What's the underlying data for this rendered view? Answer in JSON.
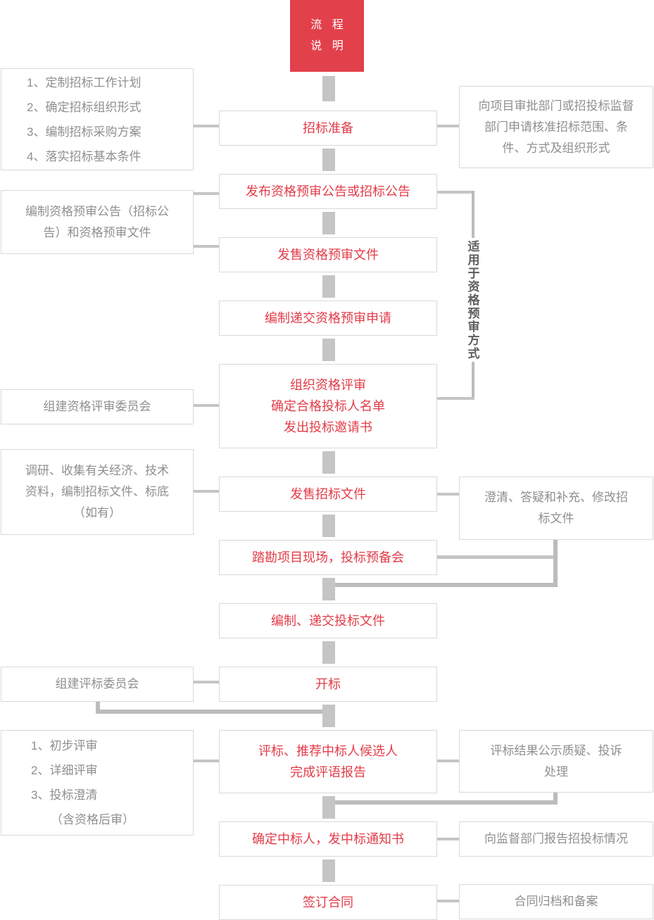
{
  "header": {
    "line1": "流 程",
    "line2": "说 明"
  },
  "side_label": "适用于资格预审方式",
  "center": [
    [
      "招标准备"
    ],
    [
      "发布资格预审公告或招标公告"
    ],
    [
      "发售资格预审文件"
    ],
    [
      "编制递交资格预审申请"
    ],
    [
      "组织资格评审",
      "确定合格投标人名单",
      "发出投标邀请书"
    ],
    [
      "发售招标文件"
    ],
    [
      "踏勘项目现场，投标预备会"
    ],
    [
      "编制、递交投标文件"
    ],
    [
      "开标"
    ],
    [
      "评标、推荐中标人候选人",
      "完成评语报告"
    ],
    [
      "确定中标人，发中标通知书"
    ],
    [
      "签订合同"
    ]
  ],
  "left": [
    [
      "1、定制招标工作计划",
      "2、确定招标组织形式",
      "3、编制招标采购方案",
      "4、落实招标基本条件"
    ],
    [
      "编制资格预审公告（招标公",
      "告）和资格预审文件"
    ],
    [
      "组建资格评审委员会"
    ],
    [
      "调研、收集有关经济、技术",
      "资料，编制招标文件、标底",
      "（如有）"
    ],
    [
      "组建评标委员会"
    ],
    [
      "1、初步评审",
      "2、详细评审",
      "3、投标澄清",
      "（含资格后审）"
    ]
  ],
  "right": [
    [
      "向项目审批部门或招投标监督",
      "部门申请核准招标范围、条",
      "件、方式及组织形式"
    ],
    [
      "澄清、答疑和补充、修改招",
      "标文件"
    ],
    [
      "评标结果公示质疑、投诉",
      "处理"
    ],
    [
      "向监督部门报告招投标情况"
    ],
    [
      "合同归档和备案"
    ]
  ],
  "colors": {
    "accent_red": "#e2404b",
    "red_text": "#e23c48",
    "gray_text": "#8f8f8f",
    "line_gray": "#c5c5c5",
    "connector_gray": "#bcbcbc",
    "border_gray": "#d9d9d9",
    "side_label_gray": "#5f5f5f"
  }
}
